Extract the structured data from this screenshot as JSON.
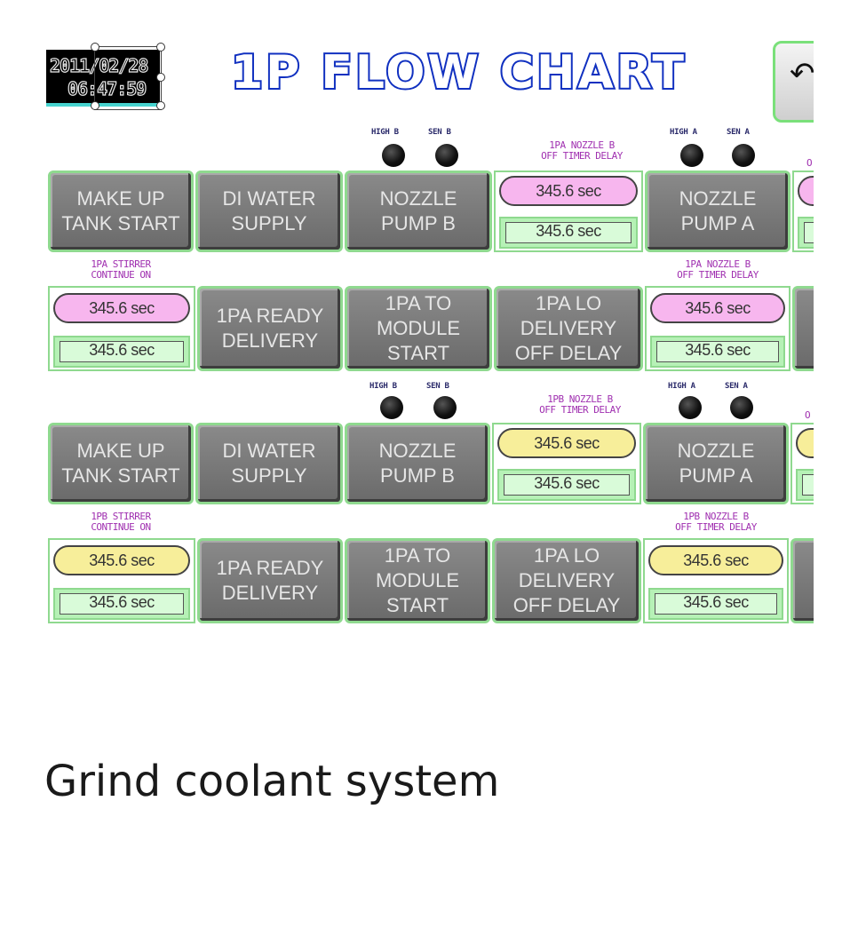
{
  "clock": {
    "date": "2011/02/28",
    "time": "06:47:59"
  },
  "title": "1P FLOW CHART",
  "colors": {
    "title_blue": "#1030c0",
    "frame_green": "#8fd98f",
    "pill_pink": "#f7b6ee",
    "pill_yellow": "#f7ee9a",
    "label_purple": "#a030b0"
  },
  "back_button": {
    "icon": "back-arrow-icon"
  },
  "section_a": {
    "row1": {
      "makeup": "MAKE UP\nTANK START",
      "diwater": "DI WATER\nSUPPLY",
      "lamp_high_b": "HIGH B",
      "lamp_sen_b": "SEN B",
      "nozzle_b": "NOZZLE\nPUMP B",
      "timer_label": "1PA NOZZLE B\nOFF TIMER DELAY",
      "timer_set": "345.6 sec",
      "timer_value": "345.6 sec",
      "lamp_high_a": "HIGH A",
      "lamp_sen_a": "SEN A",
      "nozzle_a": "NOZZLE\nPUMP A",
      "edge_label": "O"
    },
    "row2": {
      "stirrer_label": "1PA STIRRER\nCONTINUE ON",
      "stirrer_set": "345.6 sec",
      "stirrer_value": "345.6 sec",
      "ready": "1PA READY\nDELIVERY",
      "module": "1PA TO\nMODULE\nSTART",
      "lo": "1PA LO\nDELIVERY\nOFF DELAY",
      "timer_label": "1PA NOZZLE B\nOFF TIMER DELAY",
      "timer_set": "345.6 sec",
      "timer_value": "345.6 sec"
    }
  },
  "section_b": {
    "row1": {
      "makeup": "MAKE UP\nTANK START",
      "diwater": "DI WATER\nSUPPLY",
      "lamp_high_b": "HIGH B",
      "lamp_sen_b": "SEN B",
      "nozzle_b": "NOZZLE\nPUMP B",
      "timer_label": "1PB NOZZLE B\nOFF TIMER DELAY",
      "timer_set": "345.6 sec",
      "timer_value": "345.6 sec",
      "lamp_high_a": "HIGH A",
      "lamp_sen_a": "SEN A",
      "nozzle_a": "NOZZLE\nPUMP A",
      "edge_label": "O"
    },
    "row2": {
      "stirrer_label": "1PB STIRRER\nCONTINUE ON",
      "stirrer_set": "345.6 sec",
      "stirrer_value": "345.6 sec",
      "ready": "1PA READY\nDELIVERY",
      "module": "1PA TO\nMODULE\nSTART",
      "lo": "1PA LO\nDELIVERY\nOFF DELAY",
      "timer_label": "1PB NOZZLE B\nOFF TIMER DELAY",
      "timer_set": "345.6 sec",
      "timer_value": "345.6 sec"
    }
  },
  "caption": "Grind coolant system"
}
